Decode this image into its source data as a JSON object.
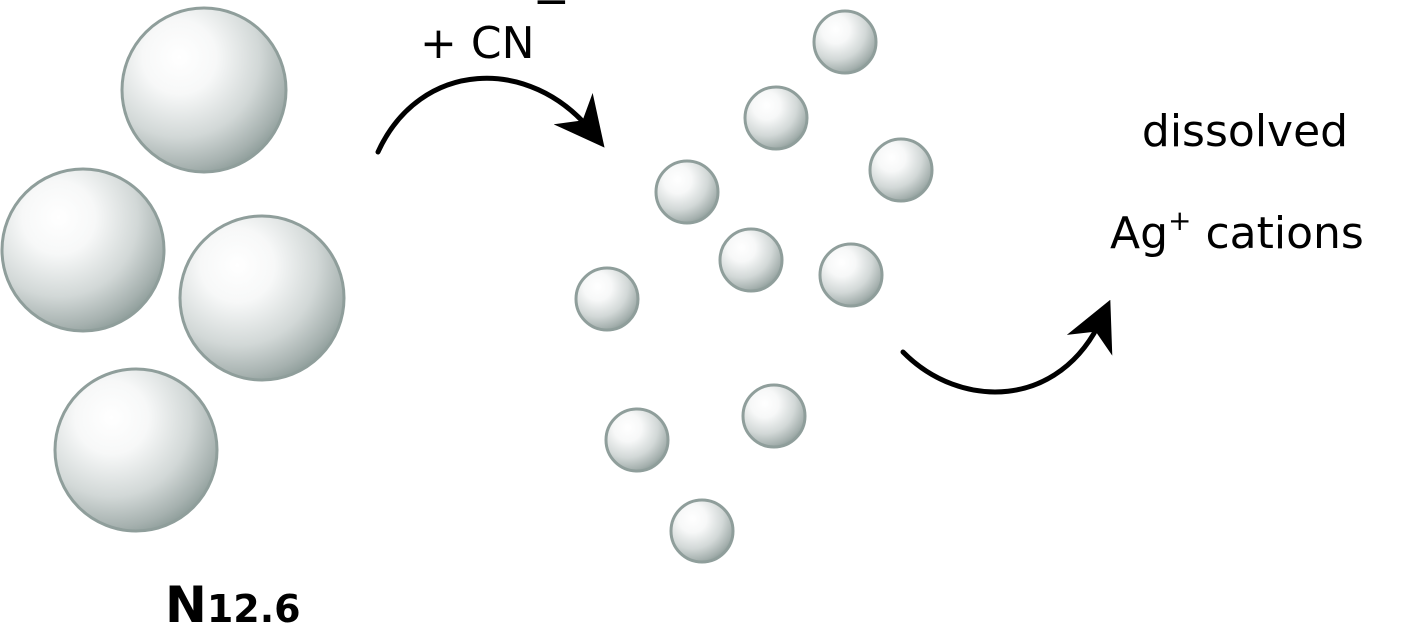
{
  "reagent": {
    "label": "+ CN",
    "charge": "−"
  },
  "product": {
    "line1": "dissolved",
    "ion": "Ag",
    "ion_charge": "+",
    "line2_rest": " cations"
  },
  "sample_label": {
    "prefix": "N",
    "number": "12.6"
  },
  "colors": {
    "sphere_edge": "#8f9e9b",
    "sphere_highlight": "#ffffff",
    "arrow": "#000000"
  }
}
